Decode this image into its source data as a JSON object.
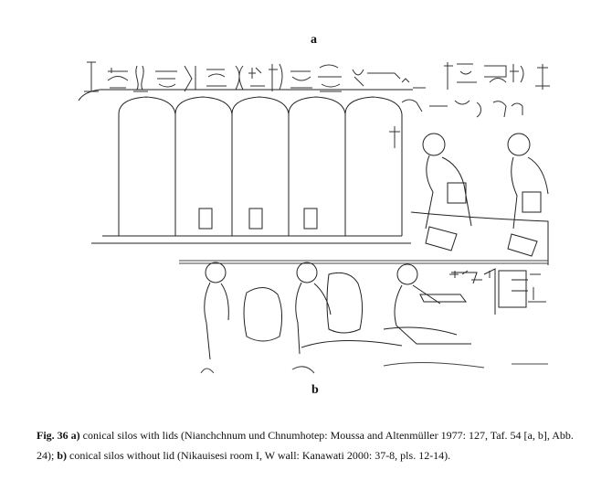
{
  "figure": {
    "panel_a_label": "a",
    "panel_b_label": "b"
  },
  "caption": {
    "fig_number": "Fig. 36",
    "a_marker": "a)",
    "a_text": " conical silos with lids (Nianchchnum und Chnumhotep: Moussa and Altenmüller 1977: 127, Taf. 54 [a, b], Abb. 24); ",
    "b_marker": "b)",
    "b_text": " conical silos without lid (Nikauisesi room I, W wall: Kanawati 2000: 37-8, pls. 12-14)."
  }
}
